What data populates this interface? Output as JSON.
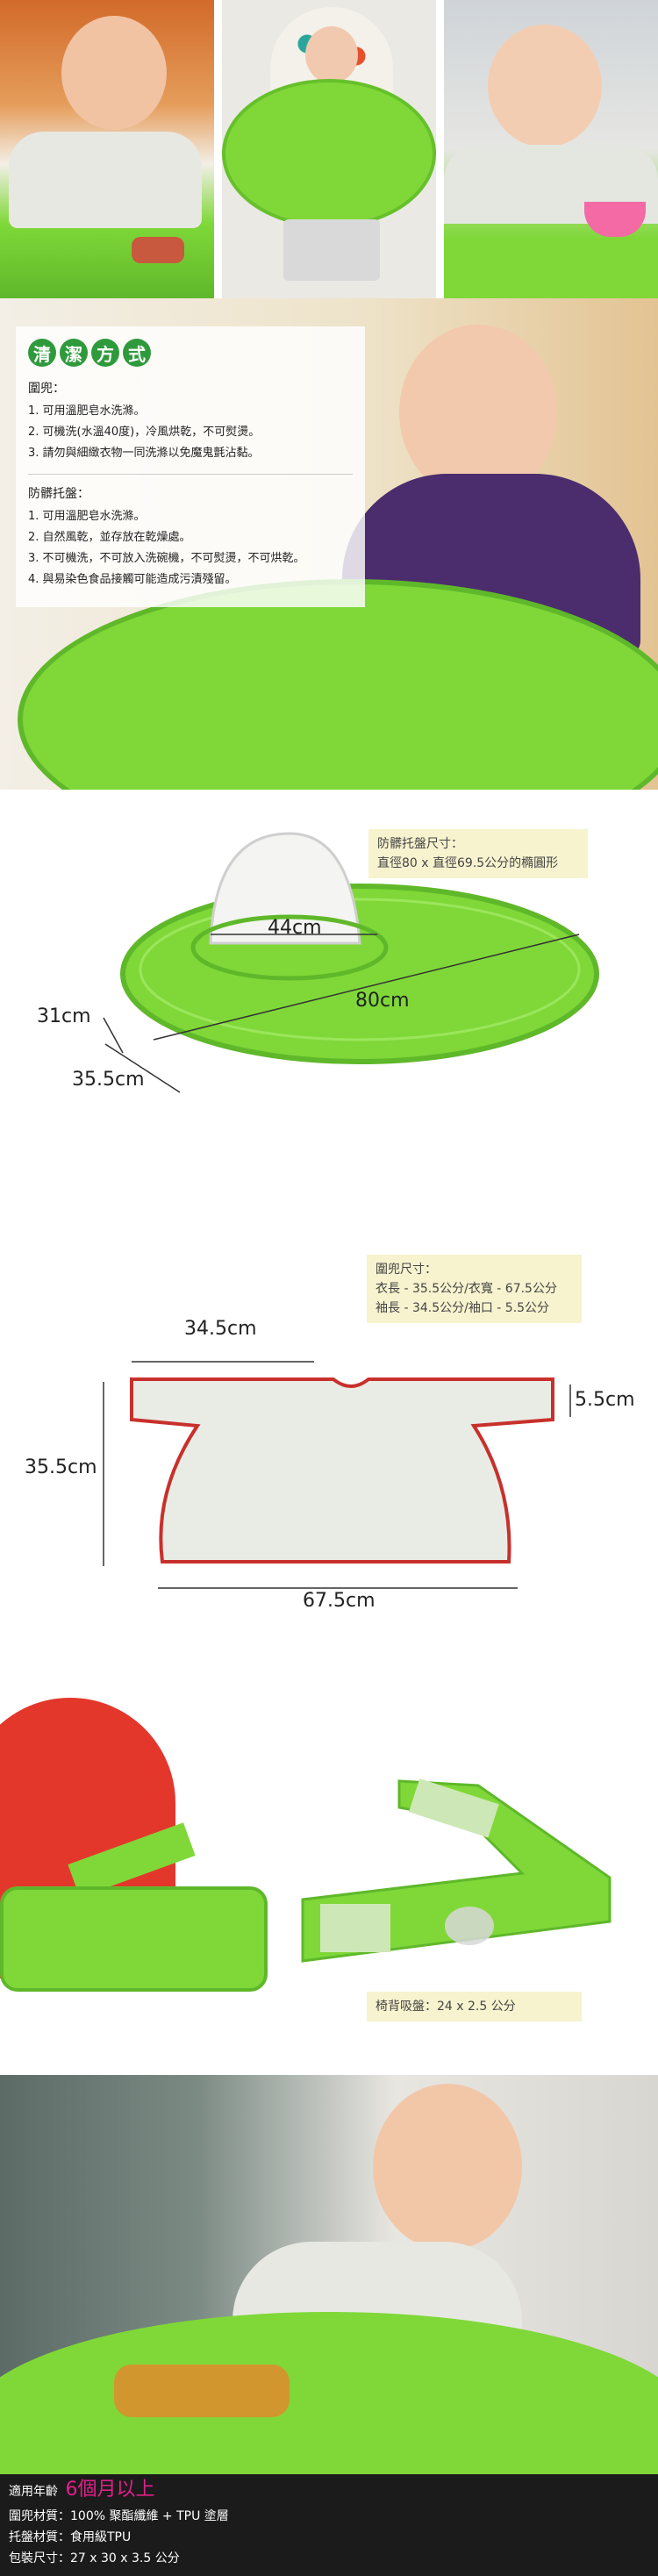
{
  "cleaning": {
    "title_chars": [
      "清",
      "潔",
      "方",
      "式"
    ],
    "bib_heading": "圍兜：",
    "bib_items": [
      "1. 可用溫肥皂水洗滌。",
      "2. 可機洗(水溫40度)，冷風烘乾，不可熨燙。",
      "3. 請勿與細緻衣物一同洗滌以免魔鬼氈沾黏。"
    ],
    "mat_heading": "防髒托盤：",
    "mat_items": [
      "1. 可用溫肥皂水洗滌。",
      "2. 自然風乾，並存放在乾燥處。",
      "3. 不可機洗，不可放入洗碗機，不可熨燙，不可烘乾。",
      "4. 與易染色食品接觸可能造成污漬殘留。"
    ]
  },
  "mat_size": {
    "label_line1": "防髒托盤尺寸：",
    "label_line2": "直徑80 x 直徑69.5公分的橢圓形",
    "dim_inner": "44cm",
    "dim_width": "80cm",
    "dim_depth": "31cm",
    "dim_side": "35.5cm"
  },
  "bib_size": {
    "label_line1": "圍兜尺寸：",
    "label_line2": "衣長 - 35.5公分/衣寬 - 67.5公分",
    "label_line3": "袖長 - 34.5公分/袖口 - 5.5公分",
    "dim_sleeve": "34.5cm",
    "dim_cuff": "5.5cm",
    "dim_length": "35.5cm",
    "dim_width": "67.5cm"
  },
  "suction": {
    "label": "椅背吸盤：24 x 2.5 公分"
  },
  "specs": {
    "age_label": "適用年齡",
    "age_value": "6個月以上",
    "bib_material": "圍兜材質：100% 聚酯纖維 + TPU 塗層",
    "mat_material": "托盤材質：食用級TPU",
    "package_size": "包裝尺寸：27 x 30 x 3.5 公分"
  },
  "colors": {
    "mat_green": "#7fd838",
    "title_green": "#2f9a3b",
    "accent_pink": "#e0208a",
    "label_yellow": "#f7f3cf",
    "bib_trim": "#c8302c"
  }
}
